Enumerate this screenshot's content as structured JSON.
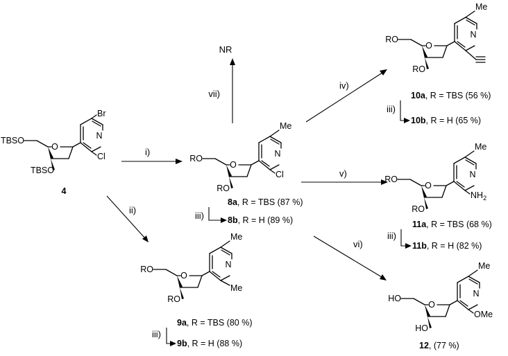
{
  "reagents": {
    "r1": "i)",
    "r2": "ii)",
    "r3": "iii)",
    "r4": "iv)",
    "r5": "v)",
    "r6": "vi)",
    "r7": "vii)"
  },
  "outcomes": {
    "nr": "NR"
  },
  "atoms": {
    "tbso": "TBSO",
    "ro": "RO",
    "ho": "HO",
    "o": "O",
    "n": "N",
    "br": "Br",
    "cl": "Cl",
    "me": "Me",
    "nh2": "NH",
    "nh2_sub": "2",
    "ome": "OMe"
  },
  "compounds": {
    "c4": {
      "id": "4"
    },
    "c8a": {
      "id": "8a",
      "text": ", R = TBS (87 %)"
    },
    "c8b": {
      "id": "8b",
      "text": ", R = H      (89 %)"
    },
    "c9a": {
      "id": "9a",
      "text": ", R = TBS (80 %)"
    },
    "c9b": {
      "id": "9b",
      "text": ", R = H      (88 %)"
    },
    "c10a": {
      "id": "10a",
      "text": ", R = TBS (56 %)"
    },
    "c10b": {
      "id": "10b",
      "text": ", R = H      (65 %)"
    },
    "c11a": {
      "id": "11a",
      "text": ", R = TBS (68 %)"
    },
    "c11b": {
      "id": "11b",
      "text": ", R = H      (82 %)"
    },
    "c12": {
      "id": "12",
      "text": ", (77 %)"
    }
  }
}
